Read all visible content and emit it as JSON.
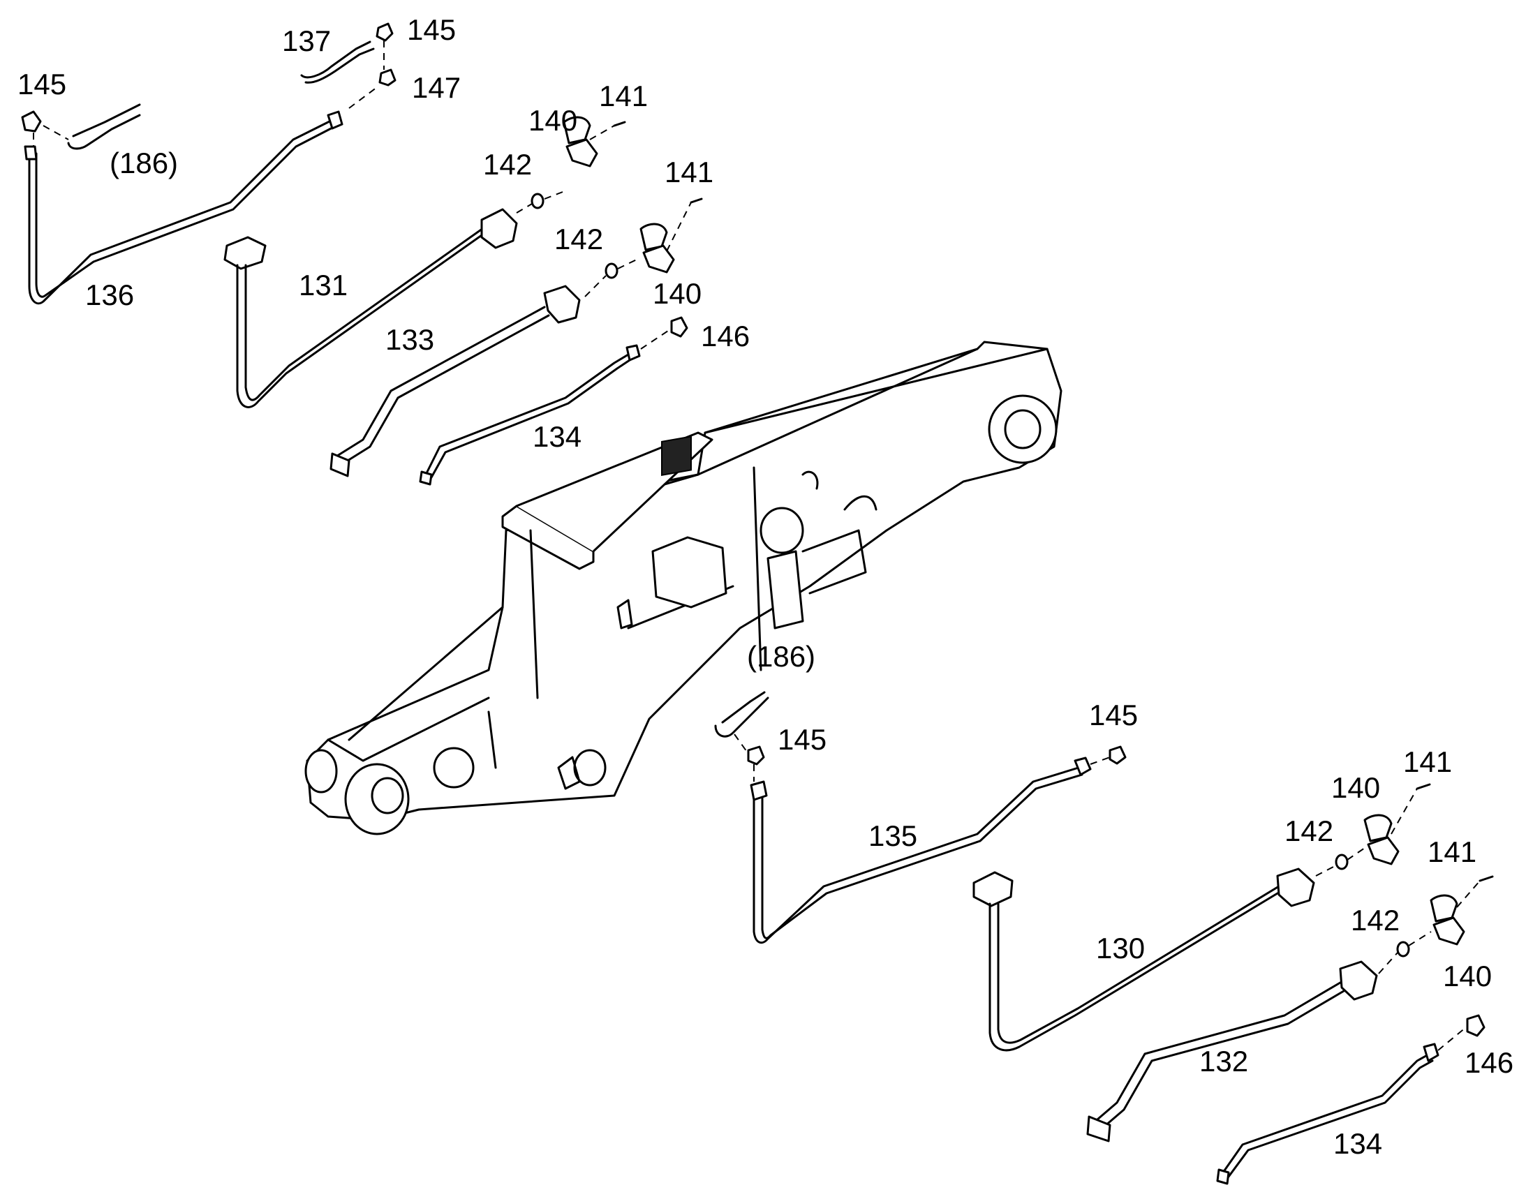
{
  "labels": {
    "l137": "137",
    "l145_a": "145",
    "l145_b": "145",
    "l147": "147",
    "l186_a": "(186)",
    "l141_a": "141",
    "l140_a": "140",
    "l142_a": "142",
    "l141_b": "141",
    "l142_b": "142",
    "l140_b": "140",
    "l136": "136",
    "l131": "131",
    "l133": "133",
    "l146_a": "146",
    "l134_a": "134",
    "l186_b": "(186)",
    "l145_c": "145",
    "l145_d": "145",
    "l141_c": "141",
    "l140_c": "140",
    "l142_c": "142",
    "l141_d": "141",
    "l135": "135",
    "l142_d": "142",
    "l130": "130",
    "l140_d": "140",
    "l132": "132",
    "l146_b": "146",
    "l134_b": "134"
  }
}
